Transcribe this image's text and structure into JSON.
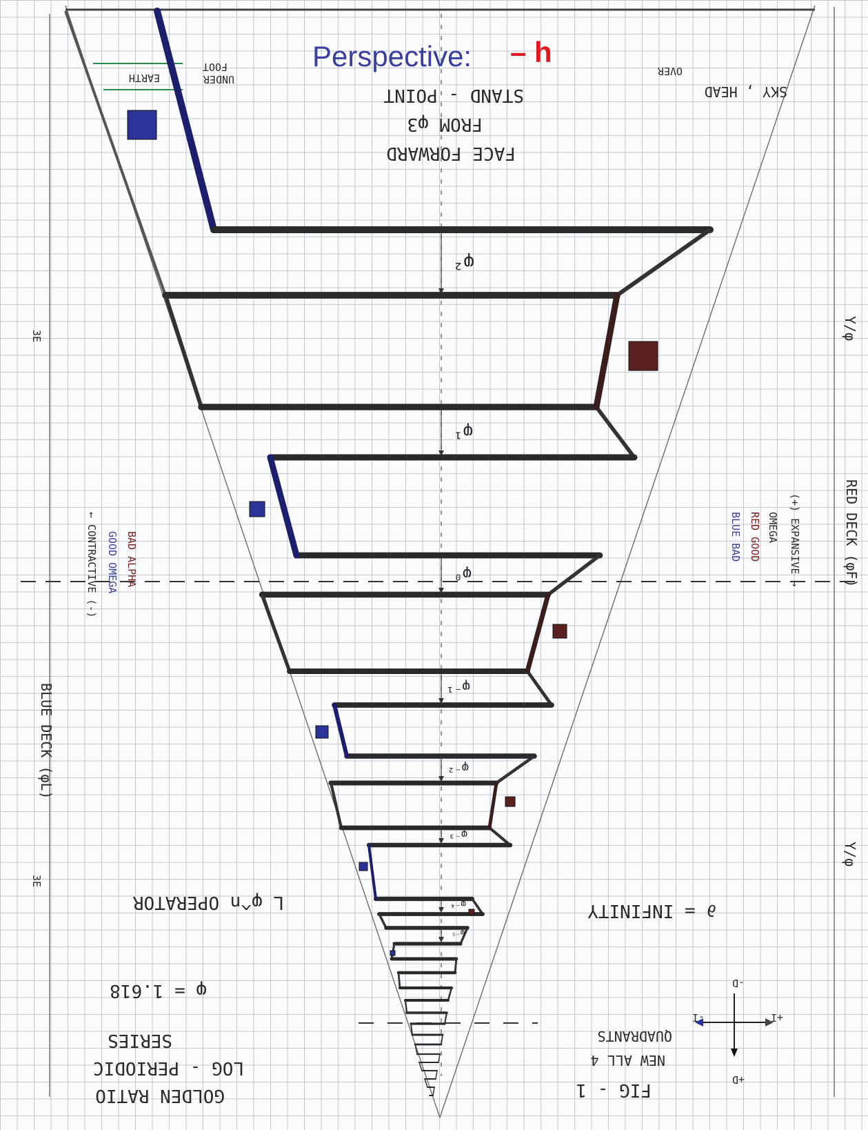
{
  "title": {
    "prefix": "Perspective:",
    "value": "– h",
    "prefix_color": "#3b3fa0",
    "value_color": "#e0191e"
  },
  "notes": {
    "stand_point": [
      "STAND - POINT",
      "FROM φ3",
      "FACE FORWARD"
    ],
    "earth": "EARTH",
    "foot_under": [
      "FOOT",
      "UNDER"
    ],
    "sky_head": [
      "SKY , HEAD",
      "OVER"
    ],
    "blue_deck": "BLUE DECK (φL)",
    "red_deck": "RED DECK (φF)",
    "contractive": "← CONTRACTIVE (-)",
    "expansive": "(+) EXPANSIVE →",
    "left_box": [
      "GOOD OMEGA",
      "BAD ALPHA"
    ],
    "right_box": [
      "BLUE BAD",
      "RED GOOD",
      "OMEGA"
    ],
    "y_top": "Y/φ",
    "y_bottom": "Y/φ",
    "deck_left_marker": "3E",
    "deck_left_marker_bottom": "3E",
    "operator": "L φ^n OPERATOR",
    "infinity": "∂ = INFINITY",
    "phi_value": "φ = 1.618",
    "series": [
      "GOLDEN RATIO",
      "LOG - PERIODIC",
      "SERIES"
    ],
    "fig": "FIG - 1",
    "quadrants": [
      "NEW ALL 4",
      "QUADRANTS"
    ],
    "axis_labels": [
      "+D",
      "-D",
      "+I",
      "-I"
    ]
  },
  "gaps": [
    "φ²",
    "φ¹",
    "φ⁰",
    "φ⁻¹",
    "φ⁻²",
    "φ⁻³",
    "φ⁻⁴",
    "φ⁻⁵"
  ],
  "colors": {
    "blue_deck": "#1c1e6e",
    "red_deck": "#3a1e1e",
    "construction": "#555555",
    "blue_square": "#2a3398",
    "red_square": "#5a2020"
  }
}
